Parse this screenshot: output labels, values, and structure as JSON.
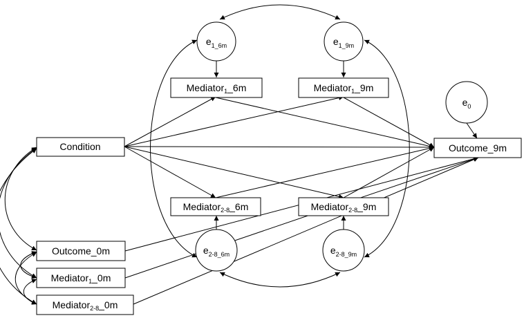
{
  "nodes": {
    "condition": {
      "text": "Condition",
      "sub": "",
      "suffix": ""
    },
    "outcome_0m": {
      "text": "Outcome_0m",
      "sub": "",
      "suffix": ""
    },
    "med1_0m": {
      "text": "Mediator",
      "sub": "1",
      "suffix": "_0m"
    },
    "med28_0m": {
      "text": "Mediator",
      "sub": "2-8",
      "suffix": "_0m"
    },
    "med1_6m": {
      "text": "Mediator",
      "sub": "1",
      "suffix": "_6m"
    },
    "med1_9m": {
      "text": "Mediator",
      "sub": "1",
      "suffix": "_9m"
    },
    "med28_6m": {
      "text": "Mediator",
      "sub": "2-8",
      "suffix": "_6m"
    },
    "med28_9m": {
      "text": "Mediator",
      "sub": "2-8",
      "suffix": "_9m"
    },
    "outcome_9m": {
      "text": "Outcome_9m",
      "sub": "",
      "suffix": ""
    }
  },
  "errors": {
    "e1_6m": {
      "text": "e",
      "sub": "1_6m"
    },
    "e1_9m": {
      "text": "e",
      "sub": "1_9m"
    },
    "e28_6m": {
      "text": "e",
      "sub": "2-8_6m"
    },
    "e28_9m": {
      "text": "e",
      "sub": "2-8_9m"
    },
    "e0": {
      "text": "e",
      "sub": "0"
    }
  }
}
